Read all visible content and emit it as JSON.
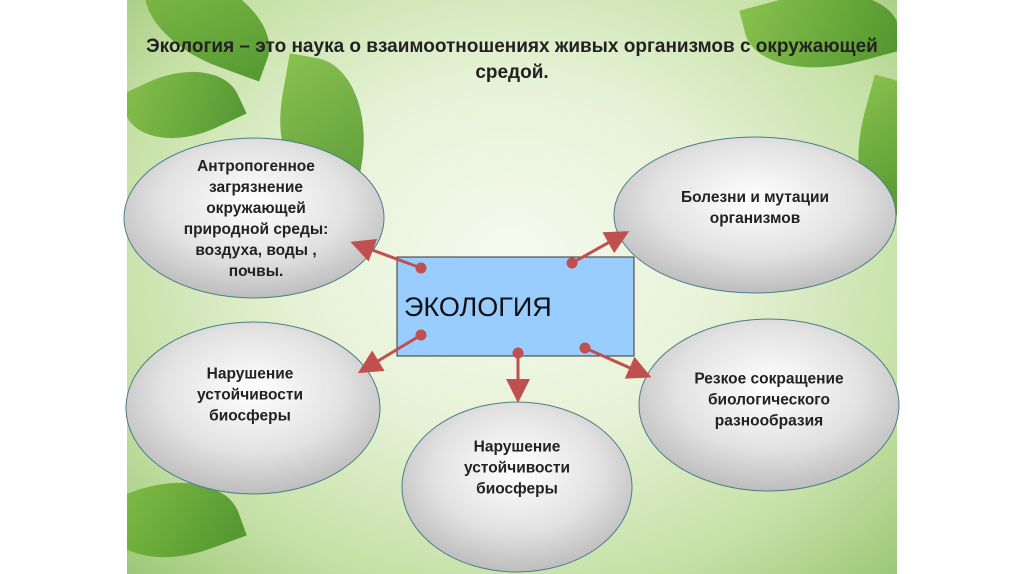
{
  "title": "Экология – это наука о взаимоотношениях живых организмов с окружающей средой.",
  "center": "ЭКОЛОГИЯ",
  "nodes": [
    "Антропогенное загрязнение окружающей природной среды: воздуха, воды , почвы.",
    "Болезни и мутации организмов",
    "Нарушение устойчивости биосферы",
    "Нарушение устойчивости биосферы",
    "Резкое сокращение биологического разнообразия"
  ],
  "colors": {
    "box": "#99ccff",
    "arrow": "#c0504d"
  }
}
